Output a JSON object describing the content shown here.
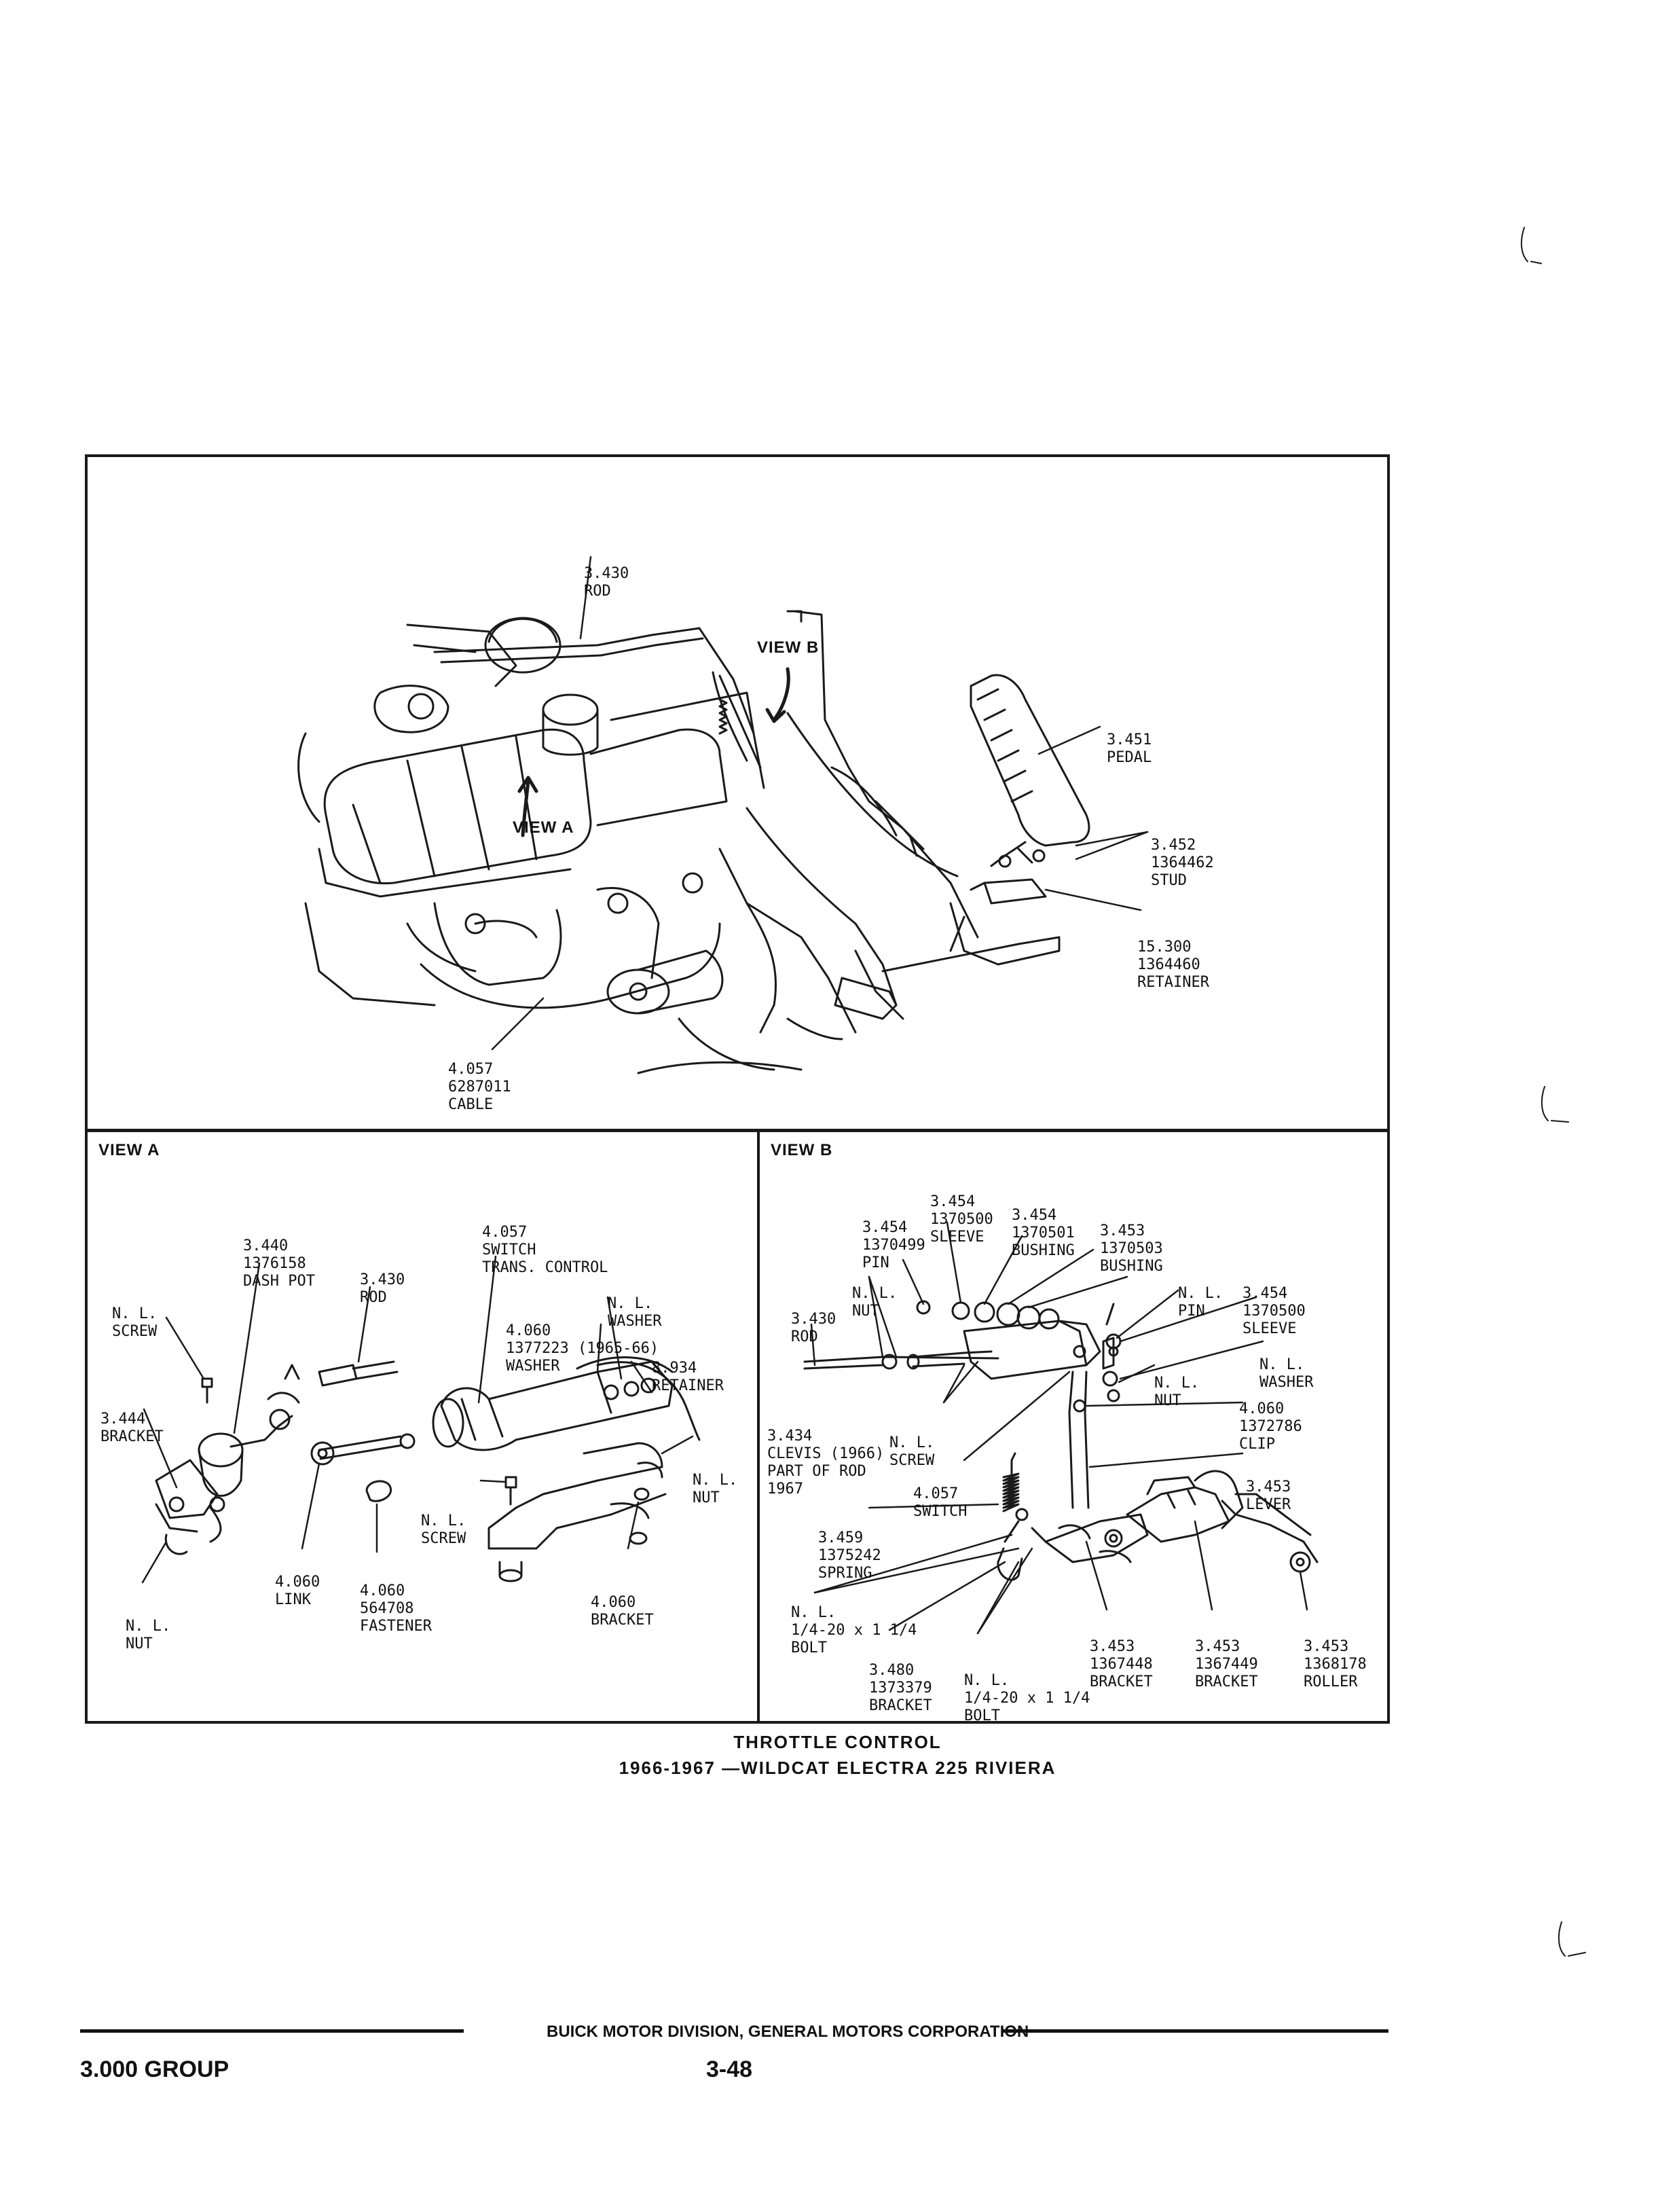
{
  "main_view": {
    "view_b_arrow_label": "VIEW B",
    "view_a_arrow_label": "VIEW A",
    "callouts": [
      {
        "id": "rod",
        "lines": [
          "3.430",
          "ROD"
        ]
      },
      {
        "id": "pedal",
        "lines": [
          "3.451",
          "PEDAL"
        ]
      },
      {
        "id": "stud",
        "lines": [
          "3.452",
          "1364462",
          "STUD"
        ]
      },
      {
        "id": "retainer",
        "lines": [
          "15.300",
          "1364460",
          "RETAINER"
        ]
      },
      {
        "id": "cable",
        "lines": [
          "4.057",
          "6287011",
          "CABLE"
        ]
      }
    ]
  },
  "view_a": {
    "title": "VIEW A",
    "callouts": [
      {
        "id": "dash-pot",
        "lines": [
          "3.440",
          "1376158",
          "DASH POT"
        ]
      },
      {
        "id": "rod",
        "lines": [
          "3.430",
          "ROD"
        ]
      },
      {
        "id": "switch",
        "lines": [
          "4.057",
          "SWITCH",
          "TRANS. CONTROL"
        ]
      },
      {
        "id": "washer-nl",
        "lines": [
          "N. L.",
          "WASHER"
        ]
      },
      {
        "id": "washer",
        "lines": [
          "4.060",
          "1377223 (1965-66)",
          "WASHER"
        ]
      },
      {
        "id": "retainer",
        "lines": [
          "8.934",
          "RETAINER"
        ]
      },
      {
        "id": "screw-nl-left",
        "lines": [
          "N. L.",
          "SCREW"
        ]
      },
      {
        "id": "bracket",
        "lines": [
          "3.444",
          "BRACKET"
        ]
      },
      {
        "id": "nut-nl-right",
        "lines": [
          "N. L.",
          "NUT"
        ]
      },
      {
        "id": "screw-nl-center",
        "lines": [
          "N. L.",
          "SCREW"
        ]
      },
      {
        "id": "link",
        "lines": [
          "4.060",
          "LINK"
        ]
      },
      {
        "id": "fastener",
        "lines": [
          "4.060",
          "564708",
          "FASTENER"
        ]
      },
      {
        "id": "bracket-2",
        "lines": [
          "4.060",
          "BRACKET"
        ]
      },
      {
        "id": "nut-nl-left",
        "lines": [
          "N. L.",
          "NUT"
        ]
      }
    ]
  },
  "view_b": {
    "title": "VIEW B",
    "callouts": [
      {
        "id": "pin",
        "lines": [
          "3.454",
          "1370499",
          "PIN"
        ]
      },
      {
        "id": "sleeve-top",
        "lines": [
          "3.454",
          "1370500",
          "SLEEVE"
        ]
      },
      {
        "id": "bushing-1",
        "lines": [
          "3.454",
          "1370501",
          "BUSHING"
        ]
      },
      {
        "id": "bushing-2",
        "lines": [
          "3.453",
          "1370503",
          "BUSHING"
        ]
      },
      {
        "id": "nut-nl-top",
        "lines": [
          "N. L.",
          "NUT"
        ]
      },
      {
        "id": "rod",
        "lines": [
          "3.430",
          "ROD"
        ]
      },
      {
        "id": "pin-nl",
        "lines": [
          "N. L.",
          "PIN"
        ]
      },
      {
        "id": "sleeve-right",
        "lines": [
          "3.454",
          "1370500",
          "SLEEVE"
        ]
      },
      {
        "id": "washer-nl",
        "lines": [
          "N. L.",
          "WASHER"
        ]
      },
      {
        "id": "nut-nl-right",
        "lines": [
          "N. L.",
          "NUT"
        ]
      },
      {
        "id": "clip",
        "lines": [
          "4.060",
          "1372786",
          "CLIP"
        ]
      },
      {
        "id": "clevis",
        "lines": [
          "3.434",
          "CLEVIS (1966)",
          "PART OF ROD",
          "1967"
        ]
      },
      {
        "id": "screw-nl",
        "lines": [
          "N. L.",
          "SCREW"
        ]
      },
      {
        "id": "switch",
        "lines": [
          "4.057",
          "SWITCH"
        ]
      },
      {
        "id": "lever",
        "lines": [
          "3.453",
          "LEVER"
        ]
      },
      {
        "id": "spring",
        "lines": [
          "3.459",
          "1375242",
          "SPRING"
        ]
      },
      {
        "id": "bolt-left",
        "lines": [
          "N. L.",
          "1/4-20 x 1 1/4",
          "BOLT"
        ]
      },
      {
        "id": "bracket-480",
        "lines": [
          "3.480",
          "1373379",
          "BRACKET"
        ]
      },
      {
        "id": "bolt-center",
        "lines": [
          "N. L.",
          "1/4-20 x 1 1/4",
          "BOLT"
        ]
      },
      {
        "id": "bracket-1367448",
        "lines": [
          "3.453",
          "1367448",
          "BRACKET"
        ]
      },
      {
        "id": "bracket-1367449",
        "lines": [
          "3.453",
          "1367449",
          "BRACKET"
        ]
      },
      {
        "id": "roller",
        "lines": [
          "3.453",
          "1368178",
          "ROLLER"
        ]
      }
    ]
  },
  "caption": {
    "line1": "THROTTLE CONTROL",
    "line2": "1966-1967 —WILDCAT ELECTRA 225 RIVIERA"
  },
  "footer": {
    "corporation": "BUICK MOTOR DIVISION, GENERAL MOTORS CORPORATION",
    "group": "3.000 GROUP",
    "page_number": "3-48"
  }
}
